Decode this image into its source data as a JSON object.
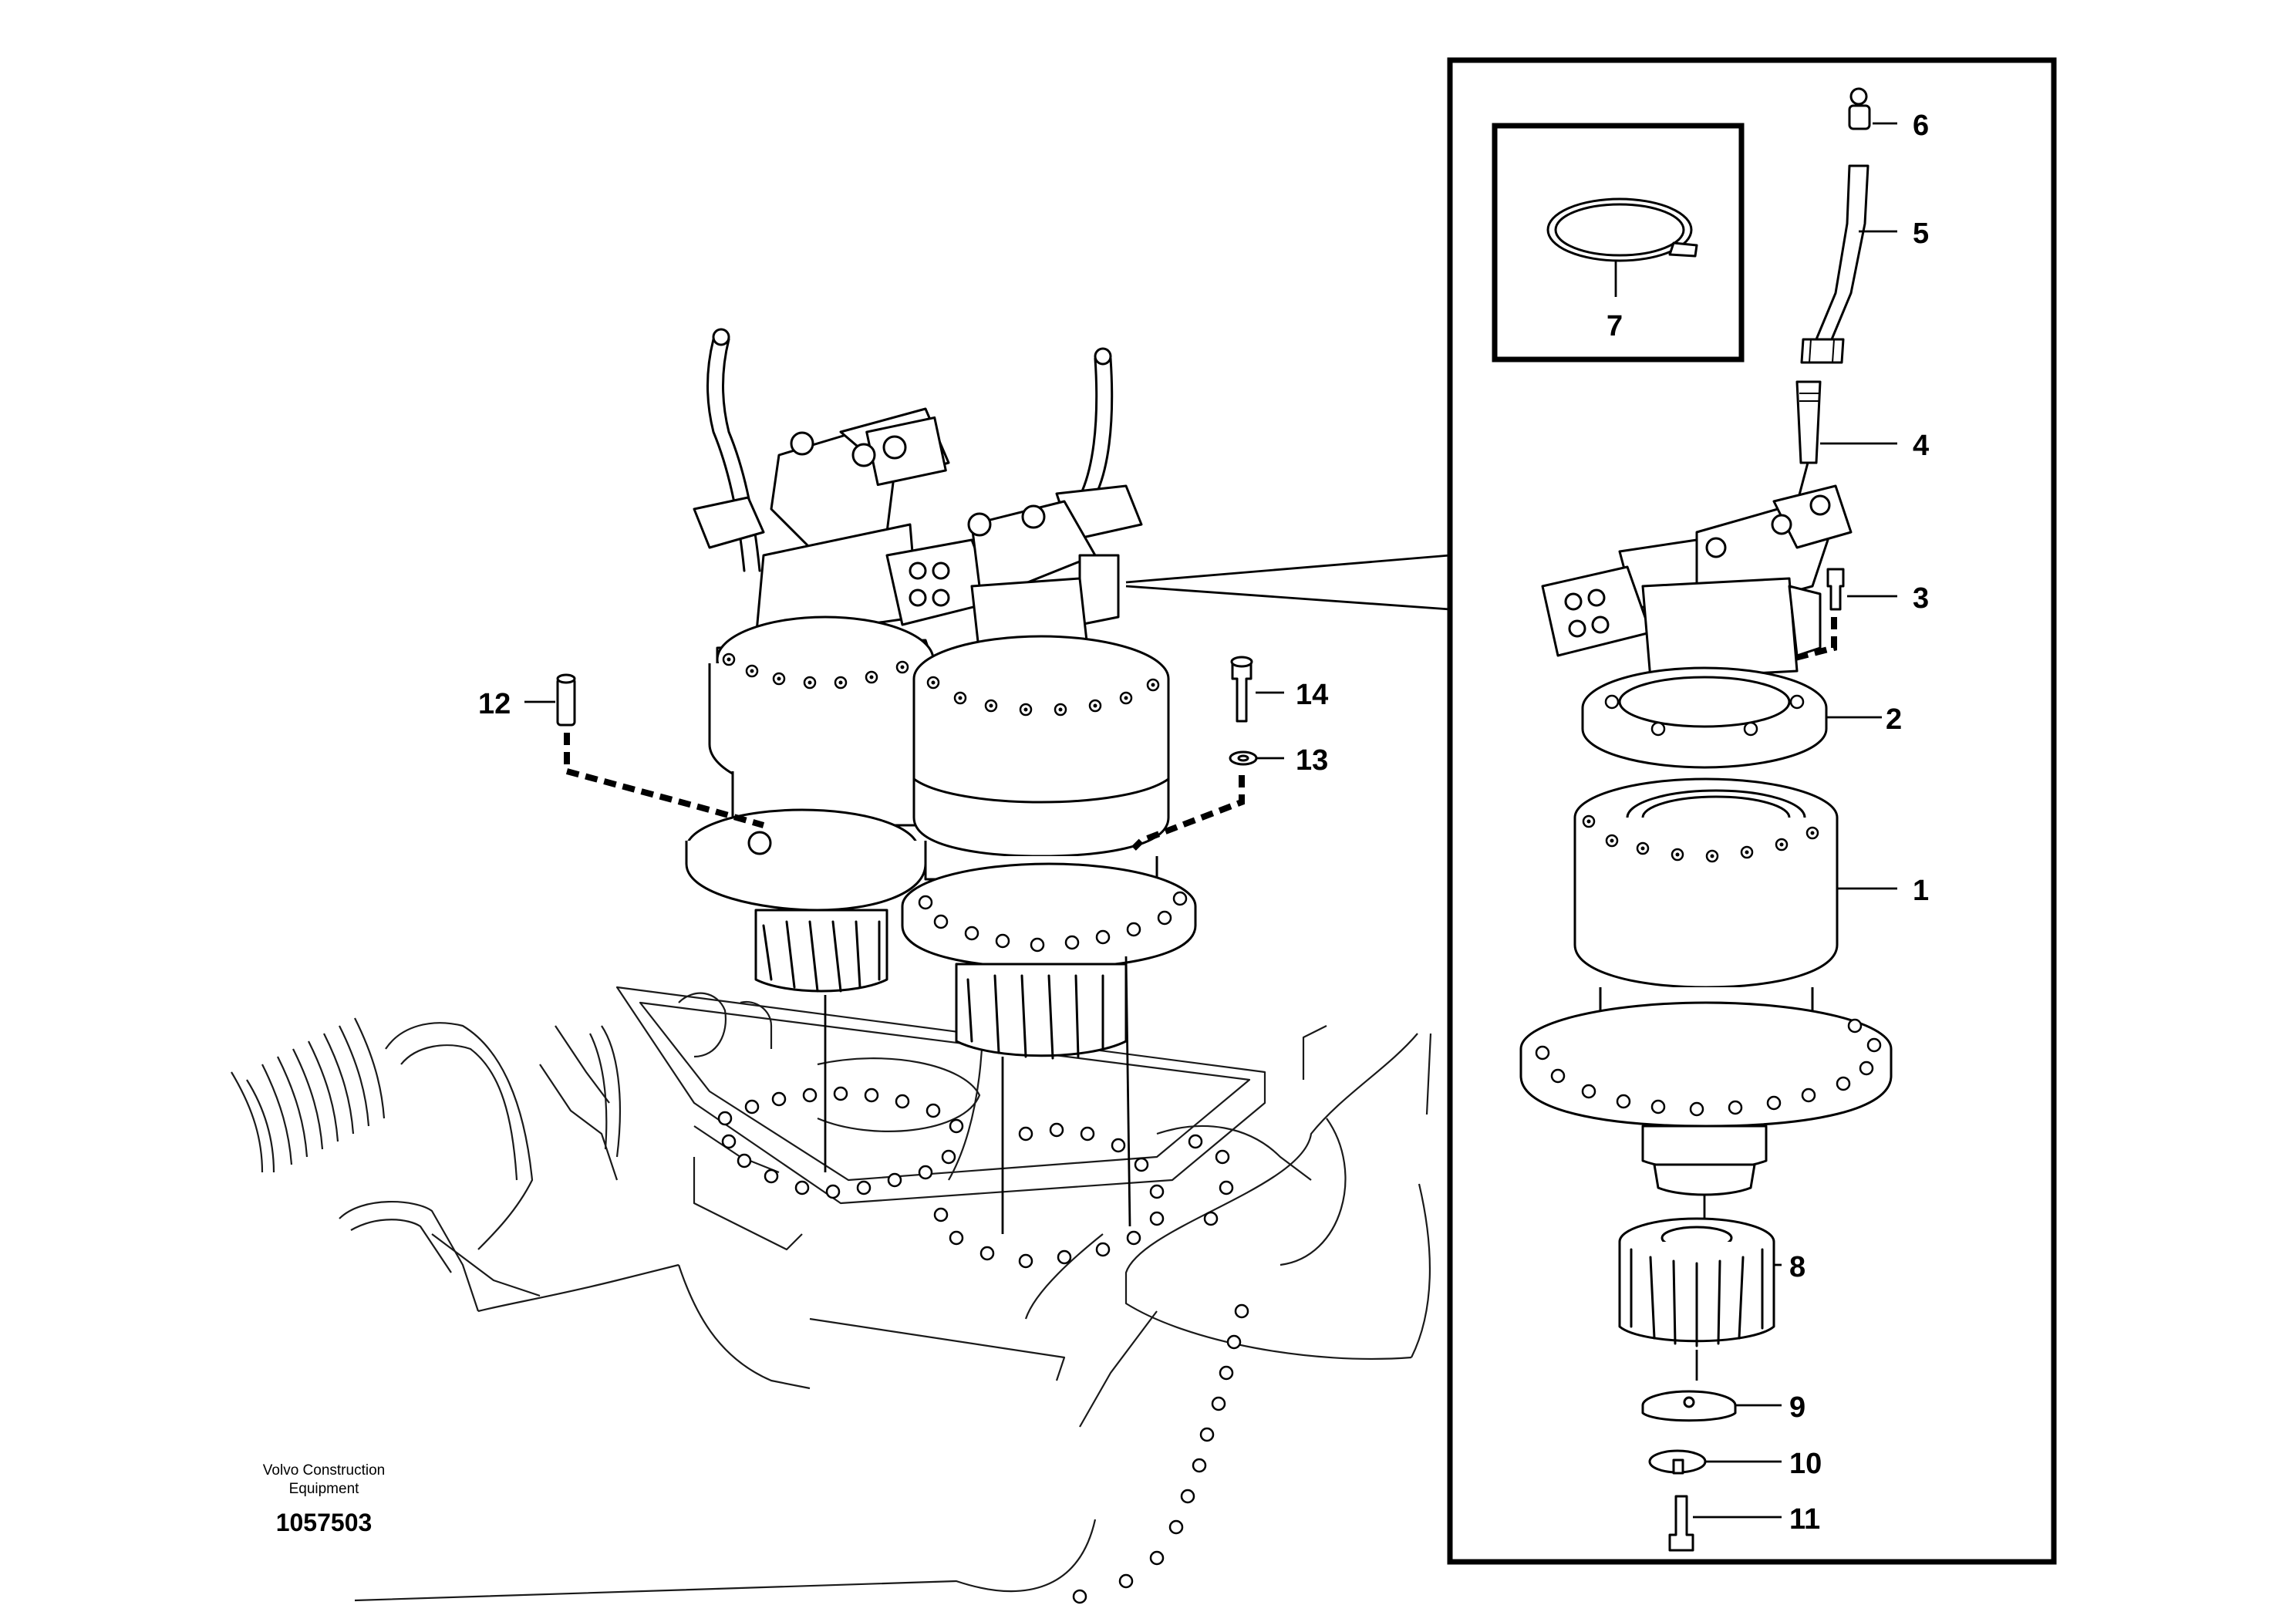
{
  "callouts": {
    "c1": "1",
    "c2": "2",
    "c3": "3",
    "c4": "4",
    "c5": "5",
    "c6": "6",
    "c7": "7",
    "c8": "8",
    "c9": "9",
    "c10": "10",
    "c11": "11",
    "c12": "12",
    "c13": "13",
    "c14": "14"
  },
  "credit": {
    "line1": "Volvo Construction",
    "line2": "Equipment",
    "figure_number": "1057503"
  }
}
